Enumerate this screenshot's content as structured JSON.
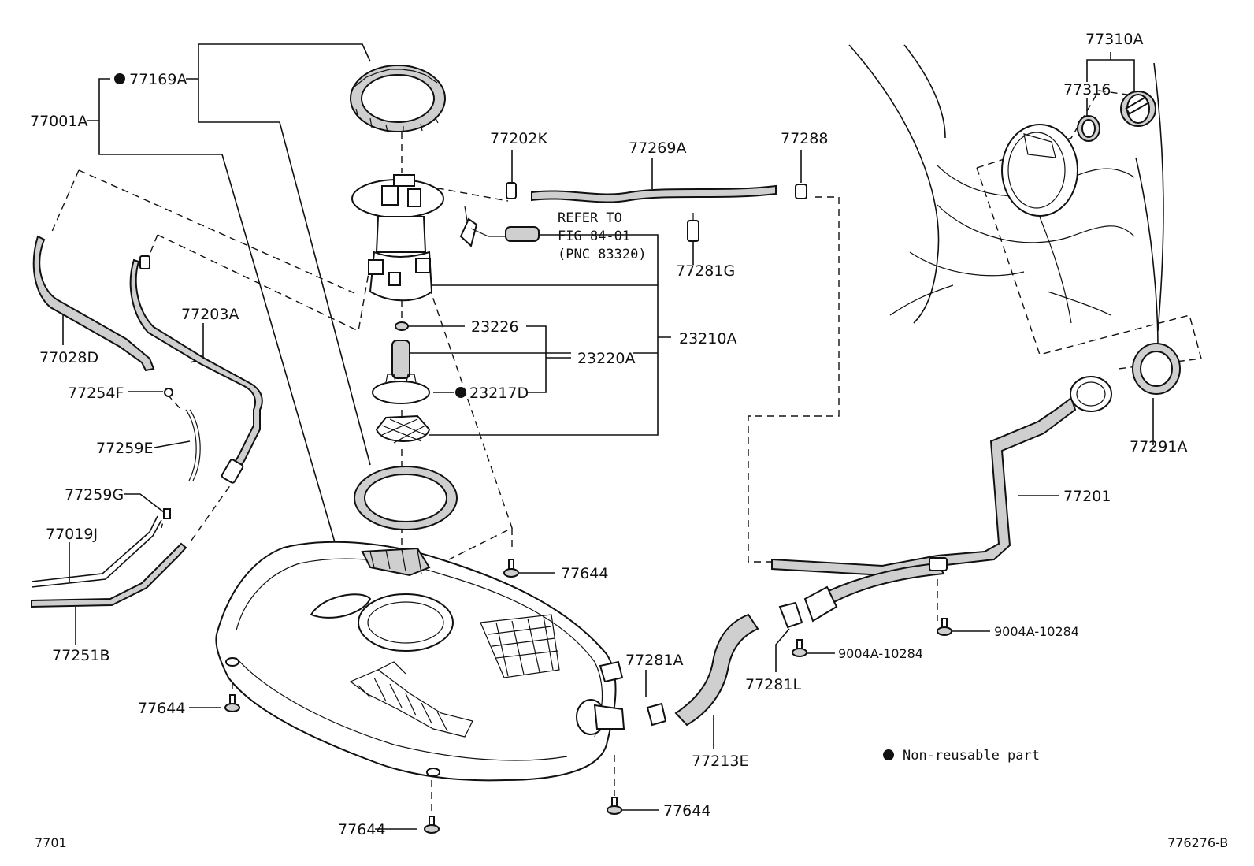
{
  "parts": {
    "p77169A": "77169A",
    "p77001A": "77001A",
    "p77202K": "77202K",
    "p77269A": "77269A",
    "p77288": "77288",
    "p77310A": "77310A",
    "p77316": "77316",
    "p77203A": "77203A",
    "p77028D": "77028D",
    "p77254F": "77254F",
    "p77259E": "77259E",
    "p77259G": "77259G",
    "p77019J": "77019J",
    "p77251B": "77251B",
    "p77281G": "77281G",
    "p23226": "23226",
    "p23220A": "23220A",
    "p23210A": "23210A",
    "p23217D": "23217D",
    "p77644_a": "77644",
    "p77644_b": "77644",
    "p77644_c": "77644",
    "p77644_d": "77644",
    "p77281A": "77281A",
    "p77213E": "77213E",
    "p77281L": "77281L",
    "p9004A_a": "9004A-10284",
    "p9004A_b": "9004A-10284",
    "p77201": "77201",
    "p77291A": "77291A"
  },
  "refer": {
    "line1": "REFER TO",
    "line2": "FIG 84-01",
    "line3": "(PNC 83320)"
  },
  "legend": {
    "text": "Non-reusable part"
  },
  "footer": {
    "left": "7701",
    "right": "776276-B"
  }
}
